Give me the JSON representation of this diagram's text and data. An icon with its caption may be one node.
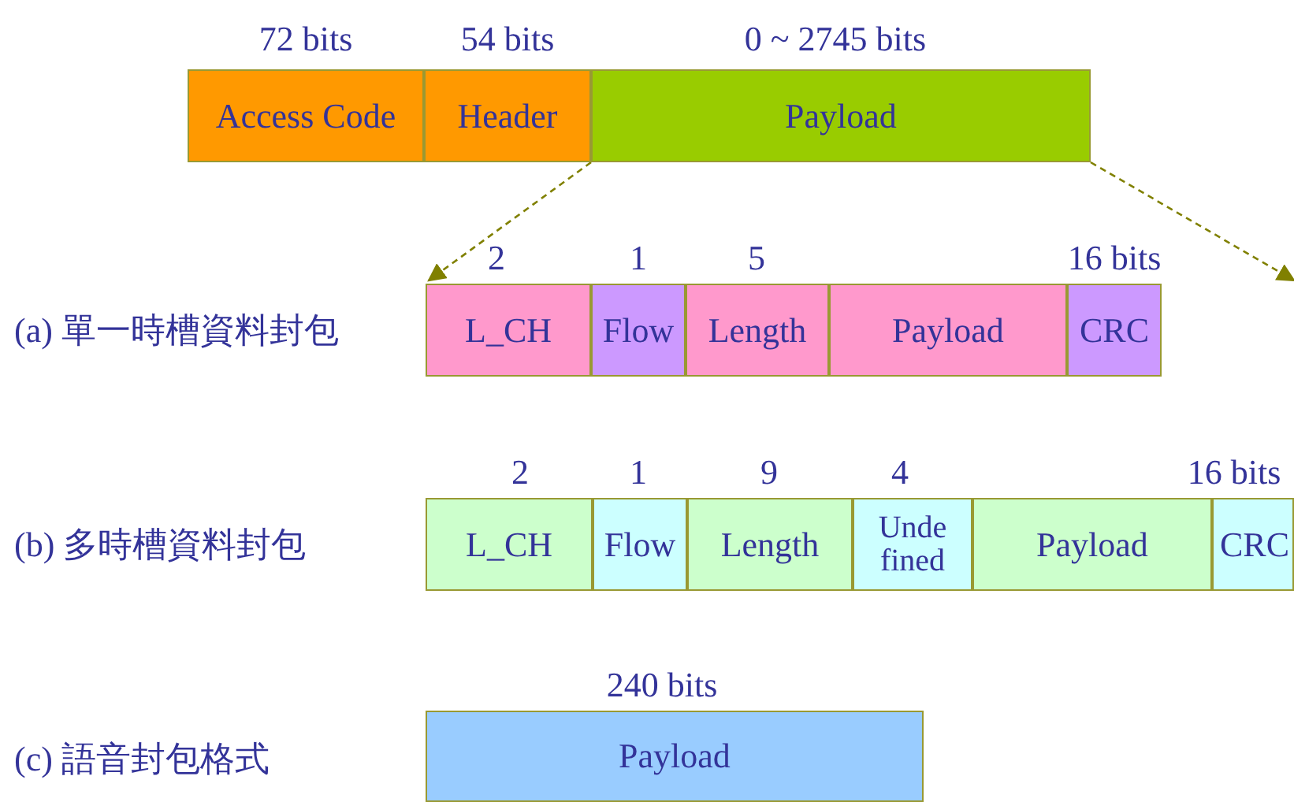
{
  "diagram": {
    "nodes": [
      {
        "text": [
          "Access Code"
        ],
        "beside": [
          "72 bits"
        ]
      },
      {
        "text": [
          "Header"
        ],
        "beside": [
          "54 bits"
        ]
      },
      {
        "text": [
          "Payload"
        ],
        "beside": [
          "0 ~ 2745 bits"
        ]
      },
      {
        "text": [
          "L_CH"
        ],
        "beside": [
          "2"
        ]
      },
      {
        "text": [
          "Flow"
        ],
        "beside": [
          "1"
        ]
      },
      {
        "text": [
          "Length"
        ],
        "beside": [
          "5"
        ]
      },
      {
        "text": [
          "Payload"
        ]
      },
      {
        "text": [
          "CRC"
        ],
        "beside": [
          "16 bits"
        ]
      },
      {
        "text": [
          "L_CH"
        ],
        "beside": [
          "2"
        ]
      },
      {
        "text": [
          "Flow"
        ],
        "beside": [
          "1"
        ]
      },
      {
        "text": [
          "Length"
        ],
        "beside": [
          "9"
        ]
      },
      {
        "text": [
          "Unde fined"
        ],
        "beside": [
          "4"
        ]
      },
      {
        "text": [
          "Payload"
        ]
      },
      {
        "text": [
          "CRC"
        ],
        "beside": [
          "16 bits"
        ]
      },
      {
        "text": [
          "Payload"
        ],
        "beside": [
          "240 bits"
        ]
      }
    ],
    "edges": [
      {
        "from": 2,
        "to": 3,
        "arrow": "to",
        "style": "dashed"
      },
      {
        "from": 2,
        "to": null,
        "arrow": "to",
        "style": "dashed"
      }
    ],
    "labels": [
      "(a) 單一時槽資料封包",
      "(b) 多時槽資料封包",
      "(c) 語音封包格式"
    ]
  }
}
